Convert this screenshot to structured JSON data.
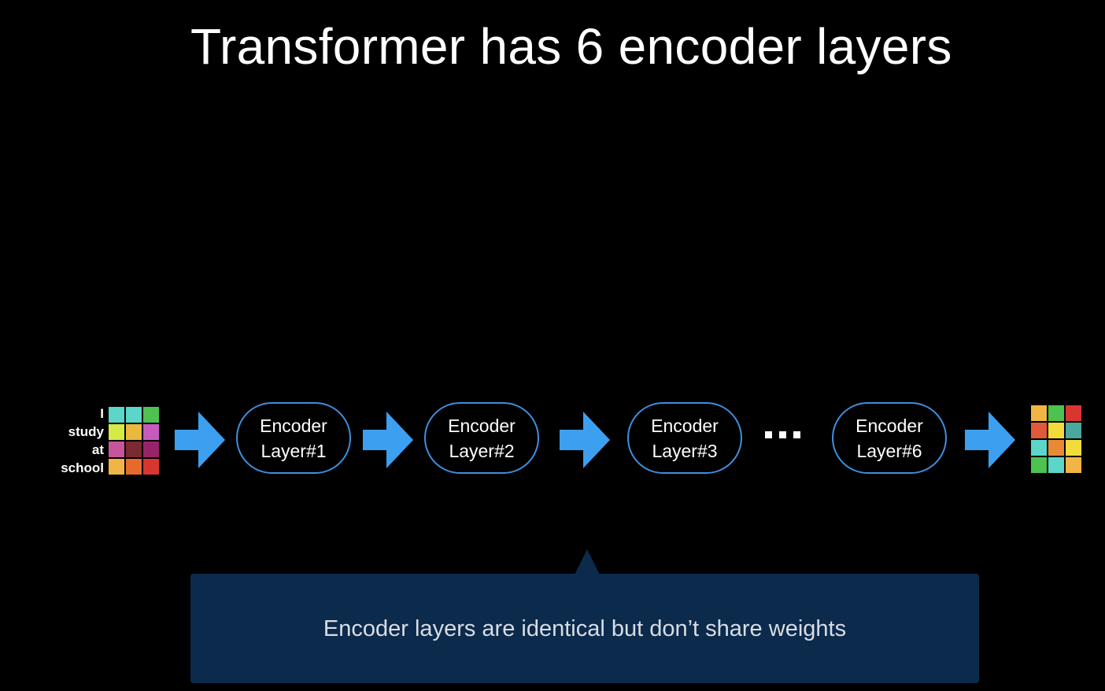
{
  "slide": {
    "title": "Transformer has 6 encoder layers"
  },
  "input": {
    "tokens": [
      "I",
      "study",
      "at",
      "school"
    ],
    "matrix_colors": [
      [
        "#5bd6c8",
        "#5bd6c8",
        "#4ec24e"
      ],
      [
        "#d4ea45",
        "#e8b93e",
        "#c75bbd"
      ],
      [
        "#c7559a",
        "#7a2a30",
        "#98236a"
      ],
      [
        "#f0b545",
        "#e86a2a",
        "#d93630"
      ]
    ]
  },
  "encoders": [
    {
      "line1": "Encoder",
      "line2": "Layer#1"
    },
    {
      "line1": "Encoder",
      "line2": "Layer#2"
    },
    {
      "line1": "Encoder",
      "line2": "Layer#3"
    },
    {
      "line1": "Encoder",
      "line2": "Layer#6"
    }
  ],
  "output": {
    "matrix_colors": [
      [
        "#f0b545",
        "#4ec24e",
        "#d93630"
      ],
      [
        "#e05a3a",
        "#f3dc3a",
        "#4aa89c"
      ],
      [
        "#5bd6c8",
        "#e88a35",
        "#f3dc3a"
      ],
      [
        "#4ec24e",
        "#5bd6c8",
        "#f0b545"
      ]
    ]
  },
  "callout": {
    "text": "Encoder layers are identical but don’t share weights"
  },
  "colors": {
    "background": "#000000",
    "arrow": "#3d9ff0",
    "encoder_border": "#3e8fe0",
    "callout_bg": "#0c2a4c",
    "callout_text": "#d8dde4"
  },
  "icons": {
    "arrow": "arrow-right-icon",
    "ellipsis": "ellipsis-icon"
  }
}
